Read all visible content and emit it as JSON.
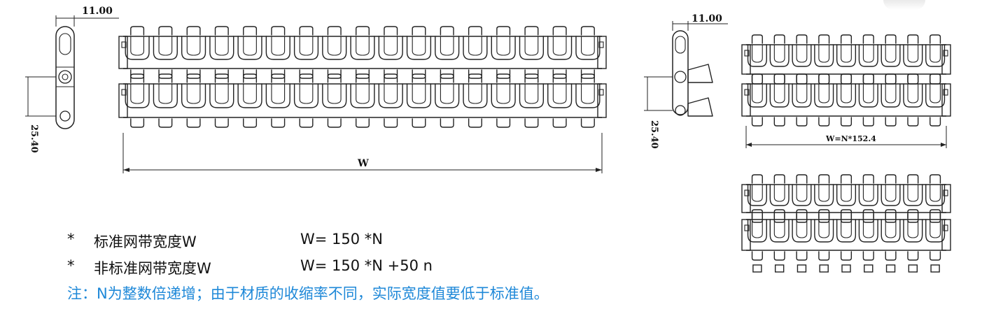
{
  "dimensions": {
    "pitch_width_left": "11.00",
    "pitch_height_left": "25.40",
    "overall_width": "W",
    "pitch_width_right": "11.00",
    "pitch_height_right": "25.40",
    "module_width": "W=N*152.4"
  },
  "notes": {
    "bullet": "*",
    "standard_label": "标准网带宽度W",
    "standard_formula": "W= 150 *N",
    "nonstandard_label": "非标准网带宽度W",
    "nonstandard_formula": "W= 150 *N +50 n",
    "footnote": "注：N为整数倍递增；由于材质的收缩率不同，实际宽度值要低于标准值。"
  },
  "colors": {
    "line": "#222222",
    "footnote": "#1e88d8",
    "text": "#111111"
  }
}
